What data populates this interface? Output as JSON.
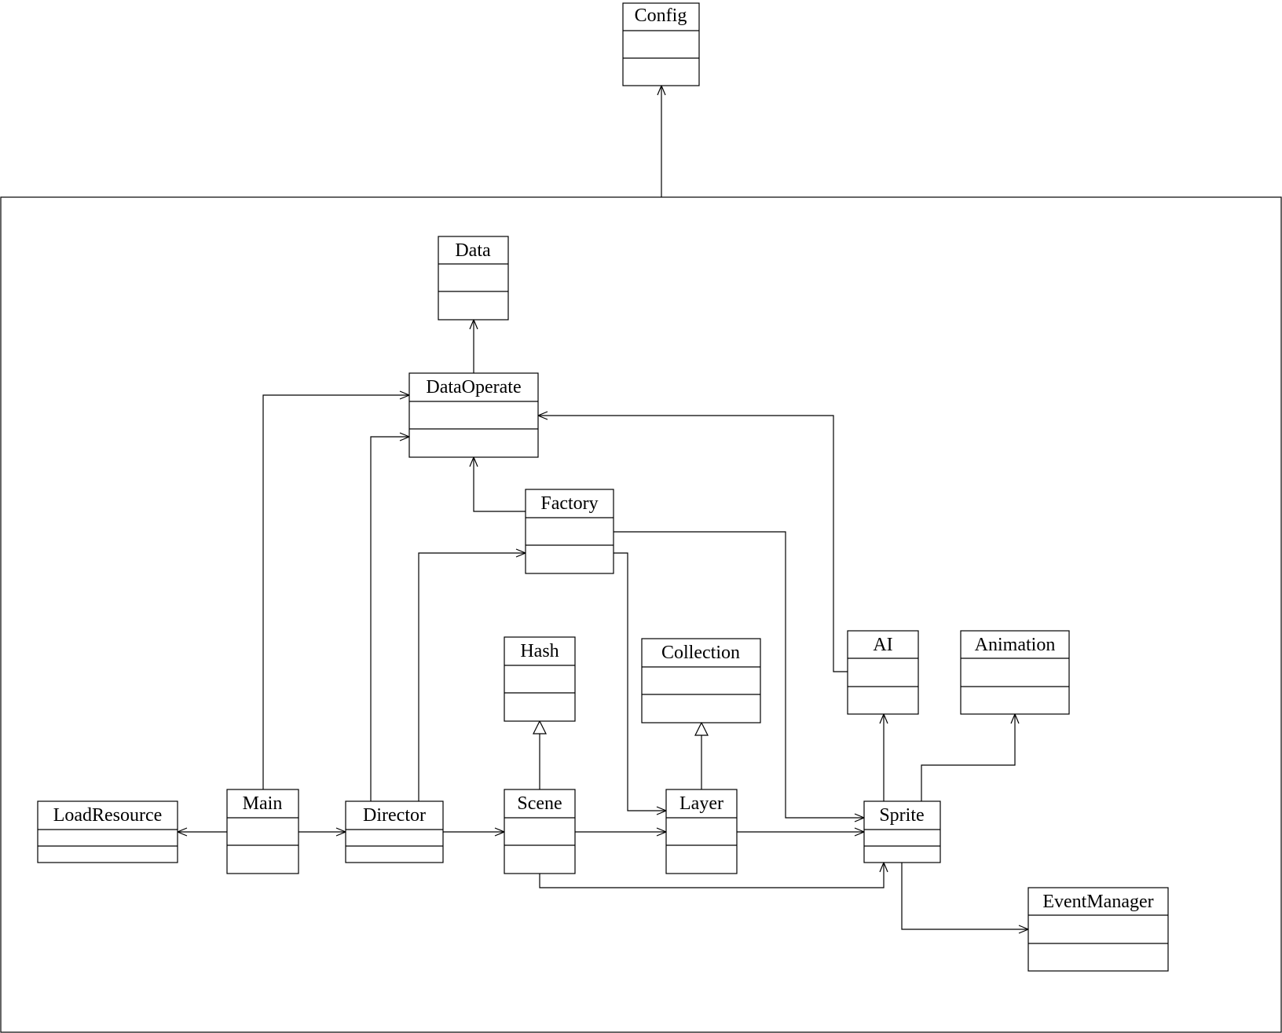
{
  "diagram": {
    "type": "uml-class-diagram",
    "classes": [
      {
        "id": "config",
        "name": "Config"
      },
      {
        "id": "data",
        "name": "Data"
      },
      {
        "id": "dataoperate",
        "name": "DataOperate"
      },
      {
        "id": "factory",
        "name": "Factory"
      },
      {
        "id": "hash",
        "name": "Hash"
      },
      {
        "id": "collection",
        "name": "Collection"
      },
      {
        "id": "ai",
        "name": "AI"
      },
      {
        "id": "animation",
        "name": "Animation"
      },
      {
        "id": "loadresource",
        "name": "LoadResource"
      },
      {
        "id": "main",
        "name": "Main"
      },
      {
        "id": "director",
        "name": "Director"
      },
      {
        "id": "scene",
        "name": "Scene"
      },
      {
        "id": "layer",
        "name": "Layer"
      },
      {
        "id": "sprite",
        "name": "Sprite"
      },
      {
        "id": "eventmanager",
        "name": "EventManager"
      }
    ],
    "relations": [
      {
        "from": "package",
        "to": "config",
        "kind": "association"
      },
      {
        "from": "dataoperate",
        "to": "data",
        "kind": "association"
      },
      {
        "from": "main",
        "to": "dataoperate",
        "kind": "association"
      },
      {
        "from": "director",
        "to": "dataoperate",
        "kind": "association"
      },
      {
        "from": "ai",
        "to": "dataoperate",
        "kind": "association"
      },
      {
        "from": "factory",
        "to": "dataoperate",
        "kind": "association"
      },
      {
        "from": "director",
        "to": "factory",
        "kind": "association"
      },
      {
        "from": "factory",
        "to": "sprite",
        "kind": "association"
      },
      {
        "from": "factory",
        "to": "layer",
        "kind": "association"
      },
      {
        "from": "scene",
        "to": "hash",
        "kind": "generalization"
      },
      {
        "from": "layer",
        "to": "collection",
        "kind": "generalization"
      },
      {
        "from": "main",
        "to": "loadresource",
        "kind": "association"
      },
      {
        "from": "main",
        "to": "director",
        "kind": "association"
      },
      {
        "from": "director",
        "to": "scene",
        "kind": "association"
      },
      {
        "from": "scene",
        "to": "layer",
        "kind": "association"
      },
      {
        "from": "layer",
        "to": "sprite",
        "kind": "association"
      },
      {
        "from": "scene",
        "to": "sprite",
        "kind": "association"
      },
      {
        "from": "sprite",
        "to": "ai",
        "kind": "association"
      },
      {
        "from": "sprite",
        "to": "animation",
        "kind": "association"
      },
      {
        "from": "sprite",
        "to": "eventmanager",
        "kind": "association"
      }
    ]
  }
}
